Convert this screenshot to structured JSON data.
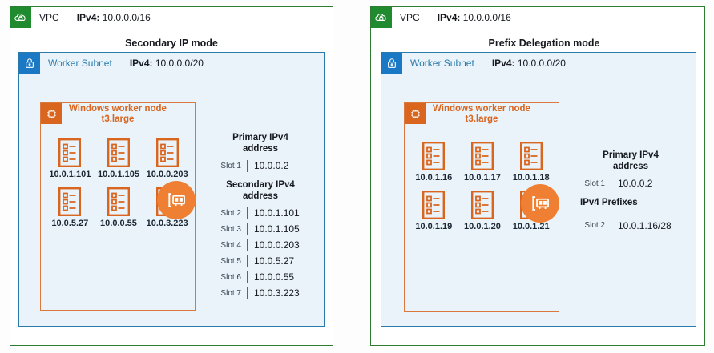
{
  "panels": [
    {
      "vpc": {
        "icon": "vpc-cloud-lock-icon",
        "label": "VPC",
        "ipv4_key": "IPv4:",
        "ipv4_value": "10.0.0.0/16",
        "color": "#2e7d32"
      },
      "mode_title": "Secondary IP mode",
      "subnet": {
        "icon": "subnet-lock-icon",
        "label": "Worker Subnet",
        "ipv4_key": "IPv4:",
        "ipv4_value": "10.0.0.0/20",
        "color": "#2a7aab"
      },
      "node": {
        "icon": "cpu-chip-icon",
        "title_line1": "Windows worker node",
        "title_line2": "t3.large",
        "color": "#d9651f"
      },
      "eni_icon": "network-interface-card-icon",
      "interfaces": [
        "10.0.1.101",
        "10.0.1.105",
        "10.0.0.203",
        "10.0.5.27",
        "10.0.0.55",
        "10.0.3.223"
      ],
      "slot_groups": [
        {
          "heading_line1": "Primary IPv4",
          "heading_line2": "address",
          "rows": [
            {
              "slot": "Slot 1",
              "value": "10.0.0.2"
            }
          ]
        },
        {
          "heading_line1": "Secondary IPv4",
          "heading_line2": "address",
          "rows": [
            {
              "slot": "Slot 2",
              "value": "10.0.1.101"
            },
            {
              "slot": "Slot 3",
              "value": "10.0.1.105"
            },
            {
              "slot": "Slot 4",
              "value": "10.0.0.203"
            },
            {
              "slot": "Slot 5",
              "value": "10.0.5.27"
            },
            {
              "slot": "Slot 6",
              "value": "10.0.0.55"
            },
            {
              "slot": "Slot 7",
              "value": "10.0.3.223"
            }
          ]
        }
      ]
    },
    {
      "vpc": {
        "icon": "vpc-cloud-lock-icon",
        "label": "VPC",
        "ipv4_key": "IPv4:",
        "ipv4_value": "10.0.0.0/16",
        "color": "#2e7d32"
      },
      "mode_title": "Prefix Delegation mode",
      "subnet": {
        "icon": "subnet-lock-icon",
        "label": "Worker Subnet",
        "ipv4_key": "IPv4:",
        "ipv4_value": "10.0.0.0/20",
        "color": "#2a7aab"
      },
      "node": {
        "icon": "cpu-chip-icon",
        "title_line1": "Windows worker node",
        "title_line2": "t3.large",
        "color": "#d9651f"
      },
      "eni_icon": "network-interface-card-icon",
      "interfaces": [
        "10.0.1.16",
        "10.0.1.17",
        "10.0.1.18",
        "10.0.1.19",
        "10.0.1.20",
        "10.0.1.21"
      ],
      "slot_groups": [
        {
          "heading_line1": "Primary IPv4",
          "heading_line2": "address",
          "rows": [
            {
              "slot": "Slot 1",
              "value": "10.0.0.2"
            }
          ]
        },
        {
          "heading_line1": "IPv4 Prefixes",
          "heading_line2": "",
          "rows": [
            {
              "slot": "Slot 2",
              "value": "10.0.1.16/28"
            }
          ]
        }
      ]
    }
  ],
  "colors": {
    "vpc_green": "#2e7d32",
    "vpc_icon_green": "#1f8a2e",
    "subnet_blue": "#2a7aab",
    "subnet_icon_blue": "#1b78c4",
    "subnet_fill": "#e9f3f9",
    "node_orange": "#d9651f",
    "node_border_orange": "#d97a3c",
    "eni_circle_orange": "#ef8033",
    "text_dark": "#16191f"
  }
}
